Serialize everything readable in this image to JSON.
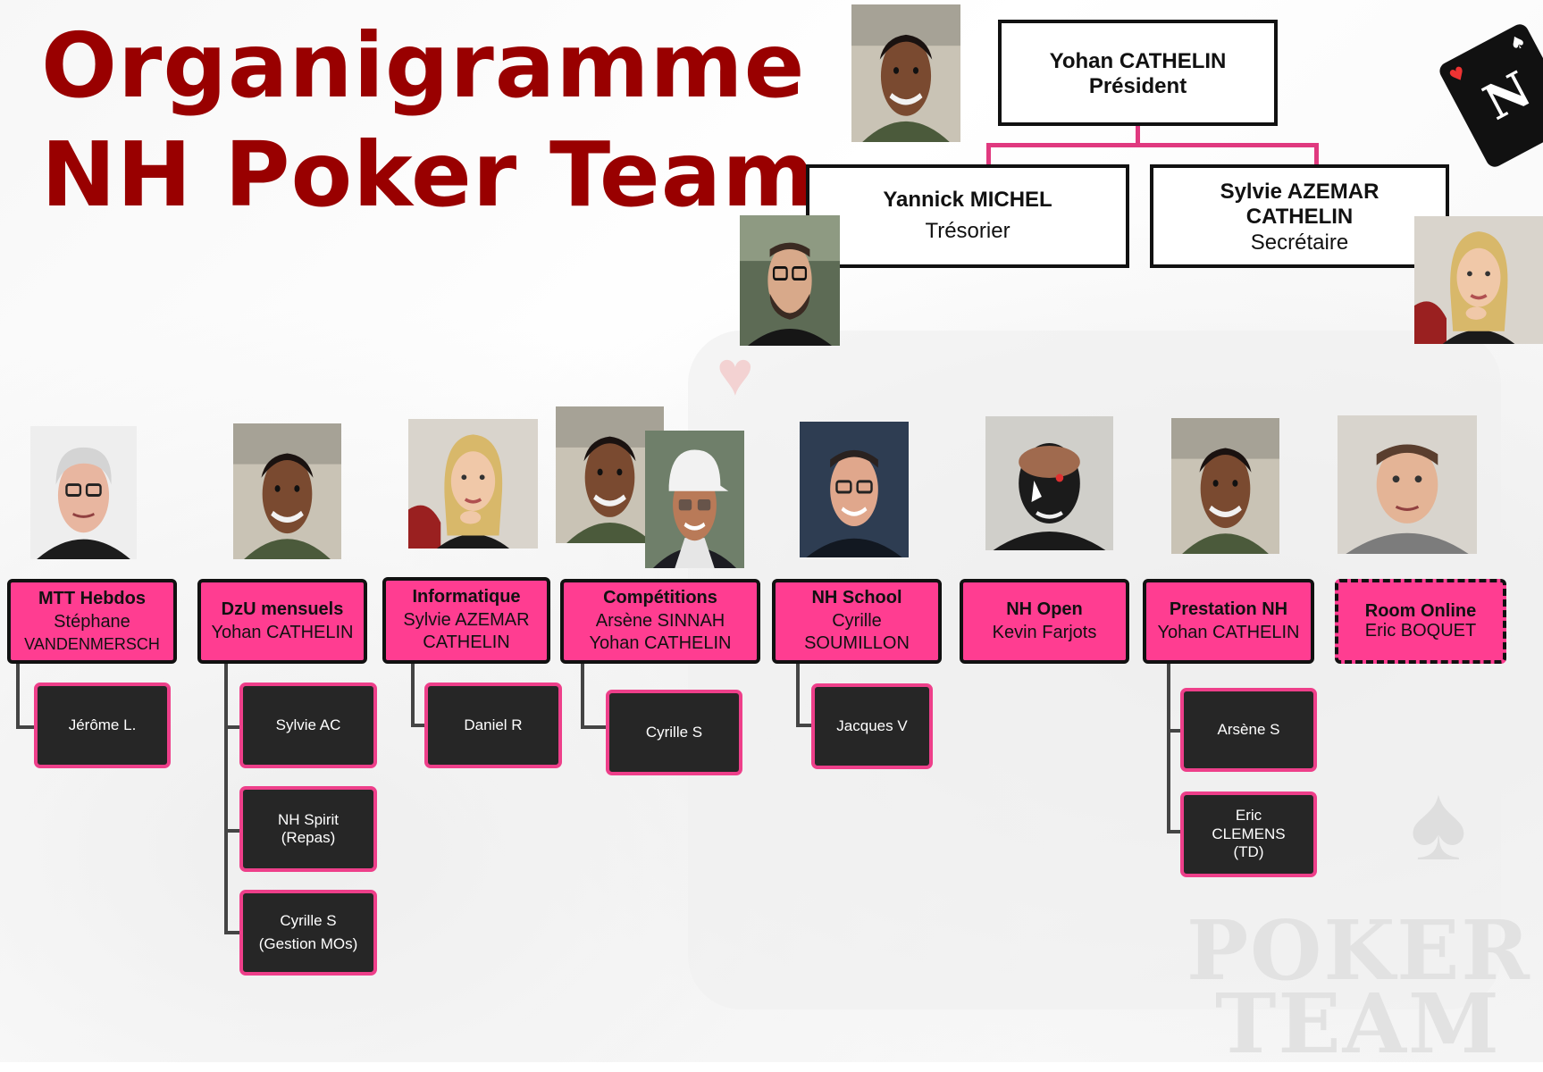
{
  "title": {
    "line1": "Organigramme",
    "line2": "NH Poker Team"
  },
  "colors": {
    "title": "#990000",
    "accent_pink": "#ff3d91",
    "connector_pink": "#e0397f",
    "dark_box": "#262626"
  },
  "watermark": {
    "word1": "POKER",
    "word2": "TEAM"
  },
  "logo": {
    "letter": "N"
  },
  "board": {
    "president": {
      "name": "Yohan CATHELIN",
      "role": "Président"
    },
    "treasurer": {
      "name": "Yannick MICHEL",
      "role": "Trésorier"
    },
    "secretary": {
      "name_line1": "Sylvie AZEMAR",
      "name_line2": "CATHELIN",
      "role": "Secrétaire"
    }
  },
  "departments": [
    {
      "title": "MTT Hebdos",
      "line1": "Stéphane",
      "line2": "VANDENMERSCH",
      "members": [
        {
          "l1": "Jérôme L."
        }
      ]
    },
    {
      "title": "DzU mensuels",
      "line1": "Yohan CATHELIN",
      "members": [
        {
          "l1": "Sylvie AC"
        },
        {
          "l1": "NH Spirit",
          "l2": "(Repas)"
        },
        {
          "l1": "Cyrille S",
          "l2": "(Gestion MOs)"
        }
      ]
    },
    {
      "title": "Informatique",
      "line1": "Sylvie AZEMAR",
      "line2": "CATHELIN",
      "members": [
        {
          "l1": "Daniel R"
        }
      ]
    },
    {
      "title": "Compétitions",
      "line1": "Arsène SINNAH",
      "line2": "Yohan CATHELIN",
      "members": [
        {
          "l1": "Cyrille S"
        }
      ]
    },
    {
      "title": "NH School",
      "line1": "Cyrille",
      "line2": "SOUMILLON",
      "members": [
        {
          "l1": "Jacques V"
        }
      ]
    },
    {
      "title": "NH Open",
      "line1": "Kevin Farjots",
      "members": []
    },
    {
      "title": "Prestation NH",
      "line1": "Yohan CATHELIN",
      "members": [
        {
          "l1": "Arsène S"
        },
        {
          "l1": "Eric",
          "l2": "CLEMENS",
          "l3": "(TD)"
        }
      ]
    },
    {
      "title": "Room Online",
      "line1": "Eric BOQUET",
      "members": []
    }
  ]
}
